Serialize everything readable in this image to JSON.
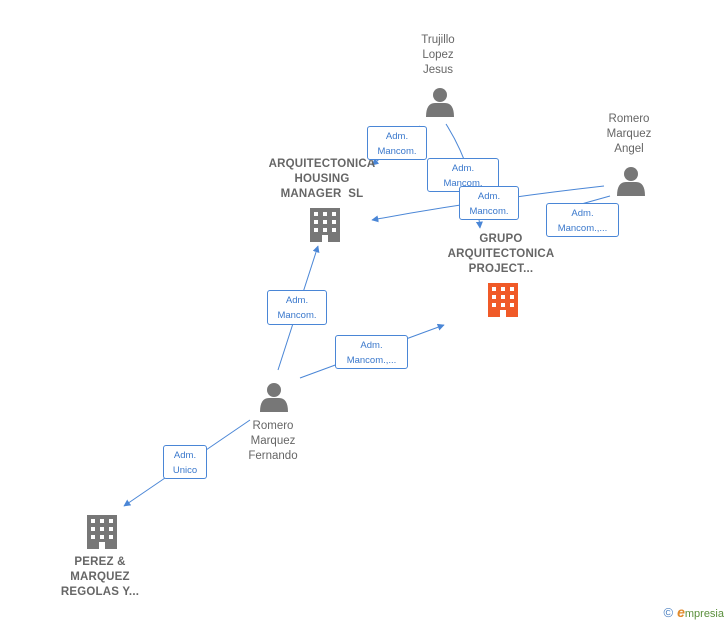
{
  "colors": {
    "edge": "#4a86d6",
    "node_gray": "#777777",
    "node_main": "#f05a28",
    "text": "#666666"
  },
  "nodes": {
    "trujillo": {
      "lines": [
        "Trujillo",
        "Lopez",
        "Jesus"
      ],
      "kind": "person"
    },
    "romero_angel": {
      "lines": [
        "Romero",
        "Marquez",
        "Angel"
      ],
      "kind": "person"
    },
    "romero_fernando": {
      "lines": [
        "Romero",
        "Marquez",
        "Fernando"
      ],
      "kind": "person"
    },
    "arq_housing": {
      "lines": [
        "ARQUITECTONICA",
        "HOUSING",
        "MANAGER  SL"
      ],
      "kind": "company"
    },
    "grupo": {
      "lines": [
        "GRUPO",
        "ARQUITECTONICA",
        "PROJECT..."
      ],
      "kind": "company-main"
    },
    "perez": {
      "lines": [
        "PEREZ &",
        "MARQUEZ",
        "REGOLAS Y..."
      ],
      "kind": "company"
    }
  },
  "edge_labels": {
    "e1": [
      "Adm.",
      "Mancom."
    ],
    "e2": [
      "Adm.",
      "Mancom."
    ],
    "e3": [
      "Adm.",
      "Mancom."
    ],
    "e4": [
      "Adm.",
      "Mancom.,..."
    ],
    "e5": [
      "Adm.",
      "Mancom."
    ],
    "e6": [
      "Adm.",
      "Mancom.,..."
    ],
    "e7": [
      "Adm.",
      "Unico"
    ]
  },
  "footer": {
    "copyright": "©",
    "brand_initial": "e",
    "brand_rest": "mpresia"
  }
}
